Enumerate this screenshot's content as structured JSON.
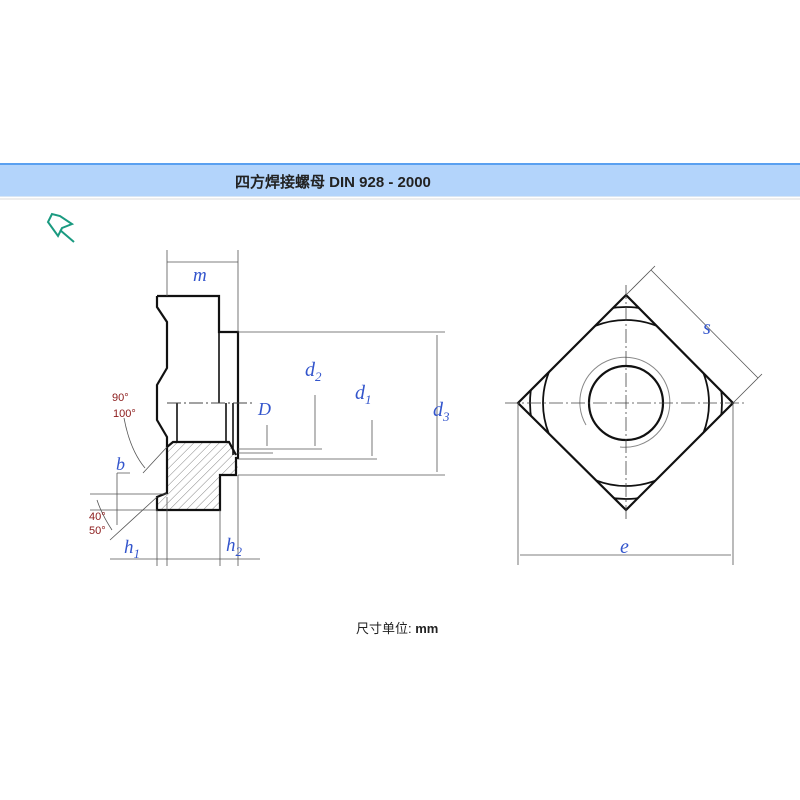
{
  "header": {
    "title": "四方焊接螺母 DIN 928 - 2000"
  },
  "icons": {
    "pin": "pushpin-icon",
    "pin_color": "#1a9a80"
  },
  "drawing": {
    "labels": {
      "m": "m",
      "d2": "d",
      "d2_sub": "2",
      "d1": "d",
      "d1_sub": "1",
      "d3": "d",
      "d3_sub": "3",
      "D": "D",
      "b": "b",
      "h1": "h",
      "h1_sub": "1",
      "h2": "h",
      "h2_sub": "2",
      "s": "s",
      "e": "e"
    },
    "angles": {
      "a1": "90°",
      "a2": "100°",
      "a3": "40°",
      "a4": "50°"
    }
  },
  "footer": {
    "unit_label": "尺寸单位: ",
    "unit_value": "mm"
  }
}
